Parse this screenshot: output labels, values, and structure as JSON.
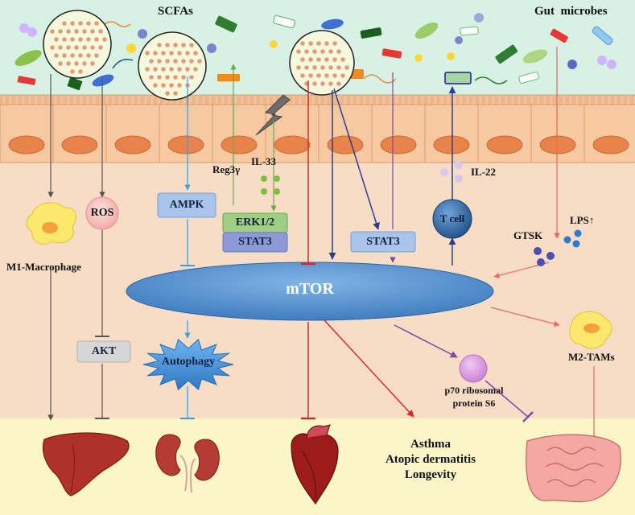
{
  "colors": {
    "lumen": "#d7f2e4",
    "tissue": "#f7ddc6",
    "organ_zone": "#fbf6c8",
    "mtor": "#4a88c8",
    "arrow_gray": "#555555",
    "arrow_blue": "#3aa0d8",
    "arrow_navy": "#2b3f8f",
    "arrow_red": "#d62b2b",
    "arrow_salmon": "#e86a5a",
    "arrow_green": "#6aa84f",
    "arrow_purple": "#7a4aa8"
  },
  "icons": [
    "bacteria-cluster-icon",
    "lightning-bolt-icon",
    "macrophage-cell-icon",
    "liver-icon",
    "kidneys-icon",
    "heart-icon",
    "intestine-icon"
  ],
  "labels": {
    "scfas": "SCFAs",
    "gut_microbes": "Gut  microbes",
    "reg3y": "Reg3γ",
    "il33": "IL-33",
    "il22": "IL-22",
    "ros": "ROS",
    "ampk": "AMPK",
    "erk": "ERK1/2",
    "stat3_left": "STAT3",
    "stat3_right": "STAT3",
    "t_cell": "T cell",
    "m1": "M1-Macrophage",
    "gtsk": "GTSK",
    "lps": "LPS↑",
    "mtor": "mTOR",
    "akt": "AKT",
    "autophagy": "Autophagy",
    "m2": "M2-TAMs",
    "p70_line1": "p70 ribosomal",
    "p70_line2": "protein S6",
    "disease_1": "Asthma",
    "disease_2": "Atopic dermatitis",
    "disease_3": "Longevity"
  }
}
